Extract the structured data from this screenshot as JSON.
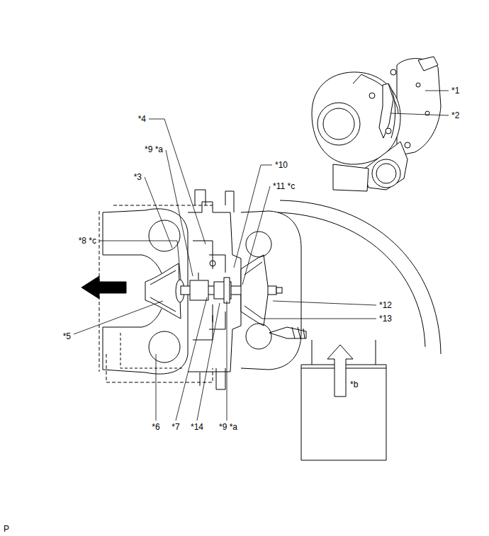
{
  "diagram": {
    "labels": [
      "*1",
      "*2",
      "*4",
      "*9 *a",
      "*10",
      "*3",
      "*11 *c",
      "*8 *c",
      "*12",
      "*13",
      "*5",
      "*b",
      "*6",
      "*7",
      "*14",
      "*9 *a",
      "P"
    ]
  }
}
